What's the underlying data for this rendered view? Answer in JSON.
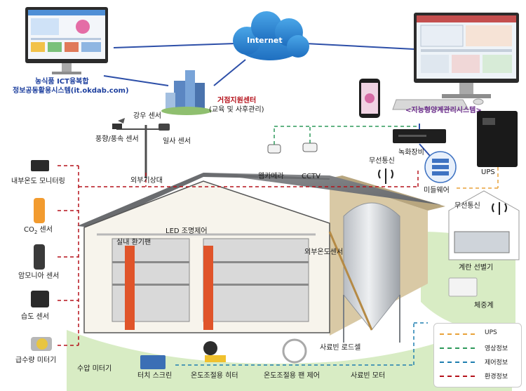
{
  "cloud": {
    "label": "Internet"
  },
  "left_monitor": {
    "caption_line1": "농식품 ICT융복합",
    "caption_line2": "정보공동활용시스템(it.okdab.com)"
  },
  "center_building": {
    "title": "거점지원센터",
    "subtitle": "(교육 및 사후관리)"
  },
  "right_system": {
    "caption": "<지능형양계관리시스템>"
  },
  "labels": {
    "rain_sensor": "강우 센서",
    "wind_sensor": "풍향/풍속 센서",
    "solar_sensor": "일사 센서",
    "weather_station": "외부기상대",
    "internal_temp": "내부온도 모니터링",
    "co2": "CO",
    "co2_sub": "2",
    "co2_suffix": " 센서",
    "ammonia": "암모니아 센서",
    "humidity": "습도 센서",
    "water_meter": "급수량 미터기",
    "water_pressure_meter": "수압 미터기",
    "vent_fan": "실내 환기팬",
    "led": "LED 조명제어",
    "webcam": "웹카메라",
    "cctv": "CCTV",
    "recorder": "녹화장비",
    "ups": "UPS",
    "wireless1": "무선통신",
    "middleware": "미들웨어",
    "wireless2": "무선통신",
    "external_temp": "외부온도센서",
    "egg_grader": "계란 선별기",
    "scale": "체중계",
    "feed_load": "사료빈 로드셀",
    "touch_screen": "터치 스크린",
    "heater": "온도조절용 히터",
    "fan_control": "온도조절용 팬 제어",
    "feed_motor": "사료빈 모터"
  },
  "legend": [
    {
      "label": "UPS",
      "color": "#e8a23a"
    },
    {
      "label": "영상정보",
      "color": "#2e9a5b"
    },
    {
      "label": "제어정보",
      "color": "#1f7fb0"
    },
    {
      "label": "환경정보",
      "color": "#b5121b"
    }
  ]
}
